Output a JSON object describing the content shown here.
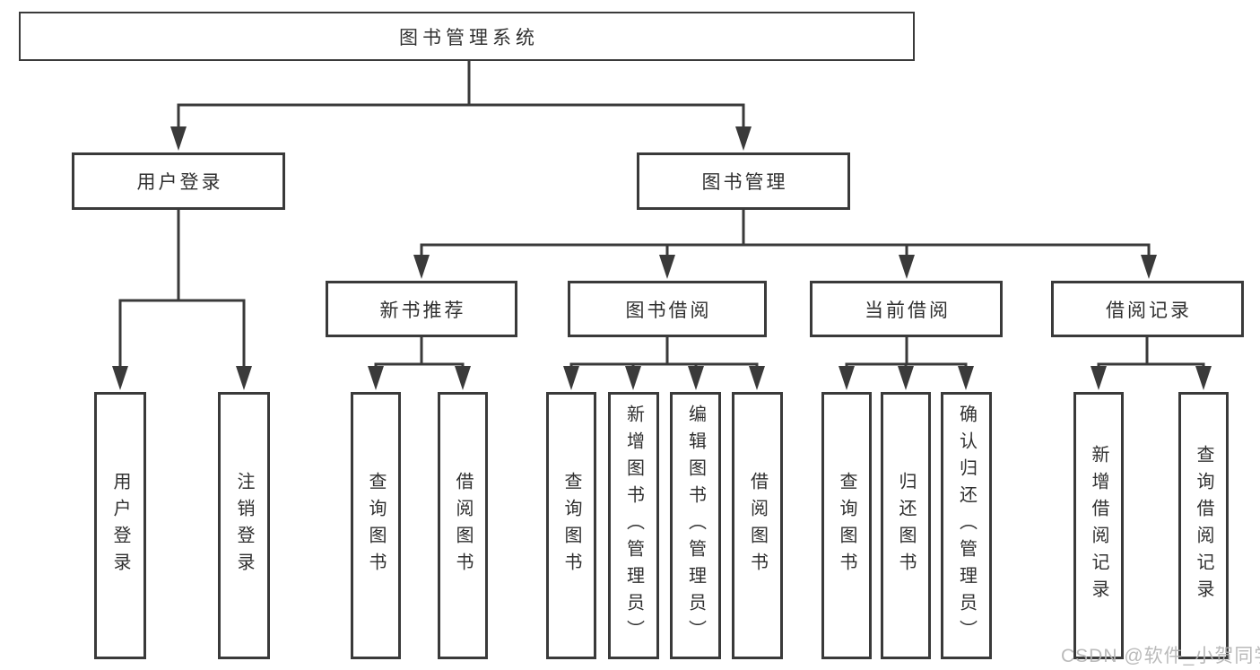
{
  "diagram": {
    "root": {
      "label": "图书管理系统"
    },
    "branches": [
      {
        "label": "用户登录",
        "children": [
          {
            "label": "用户登录"
          },
          {
            "label": "注销登录"
          }
        ]
      },
      {
        "label": "图书管理",
        "children": [
          {
            "label": "新书推荐",
            "children": [
              {
                "label": "查询图书"
              },
              {
                "label": "借阅图书"
              }
            ]
          },
          {
            "label": "图书借阅",
            "children": [
              {
                "label": "查询图书"
              },
              {
                "label": "新增图书（管理员）"
              },
              {
                "label": "编辑图书（管理员）"
              },
              {
                "label": "借阅图书"
              }
            ]
          },
          {
            "label": "当前借阅",
            "children": [
              {
                "label": "查询图书"
              },
              {
                "label": "归还图书"
              },
              {
                "label": "确认归还（管理员）"
              }
            ]
          },
          {
            "label": "借阅记录",
            "children": [
              {
                "label": "新增借阅记录"
              },
              {
                "label": "查询借阅记录"
              }
            ]
          }
        ]
      }
    ]
  },
  "watermark": {
    "text": "CSDN @软件_小贺同学"
  },
  "colors": {
    "line": "#3a3a3a",
    "text": "#303030",
    "watermark": "#b5b5b5",
    "background": "#ffffff"
  }
}
